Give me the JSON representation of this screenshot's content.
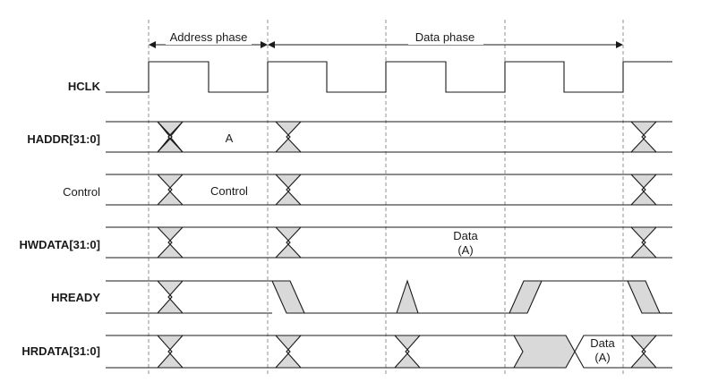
{
  "phases": {
    "address": "Address phase",
    "data": "Data phase"
  },
  "signals": [
    {
      "name": "HCLK",
      "bold": true
    },
    {
      "name": "HADDR[31:0]",
      "bold": true
    },
    {
      "name": "Control",
      "bold": false
    },
    {
      "name": "HWDATA[31:0]",
      "bold": true
    },
    {
      "name": "HREADY",
      "bold": true
    },
    {
      "name": "HRDATA[31:0]",
      "bold": true
    }
  ],
  "bus_values": {
    "haddr": "A",
    "control": "Control",
    "hwdata_line1": "Data",
    "hwdata_line2": "(A)",
    "hrdata_line1": "Data",
    "hrdata_line2": "(A)"
  }
}
